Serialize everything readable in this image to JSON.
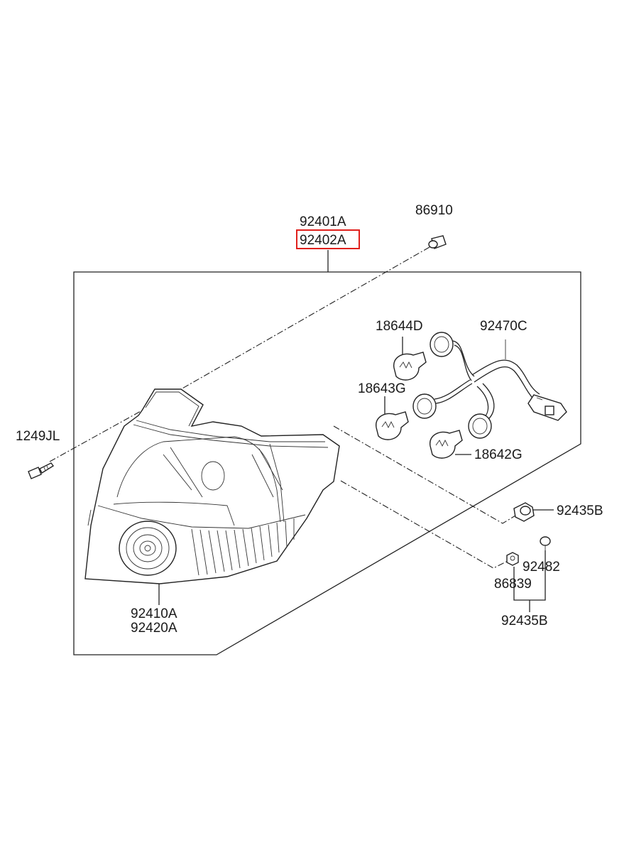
{
  "diagram": {
    "highlight_color": "#e0201c",
    "labels": {
      "p92401A": "92401A",
      "p92402A": "92402A",
      "p86910": "86910",
      "p18644D": "18644D",
      "p92470C": "92470C",
      "p18643G": "18643G",
      "p1249JL": "1249JL",
      "p18642G": "18642G",
      "p92435B_a": "92435B",
      "p92482": "92482",
      "p86839": "86839",
      "p92435B_b": "92435B",
      "p92410A": "92410A",
      "p92420A": "92420A"
    }
  }
}
